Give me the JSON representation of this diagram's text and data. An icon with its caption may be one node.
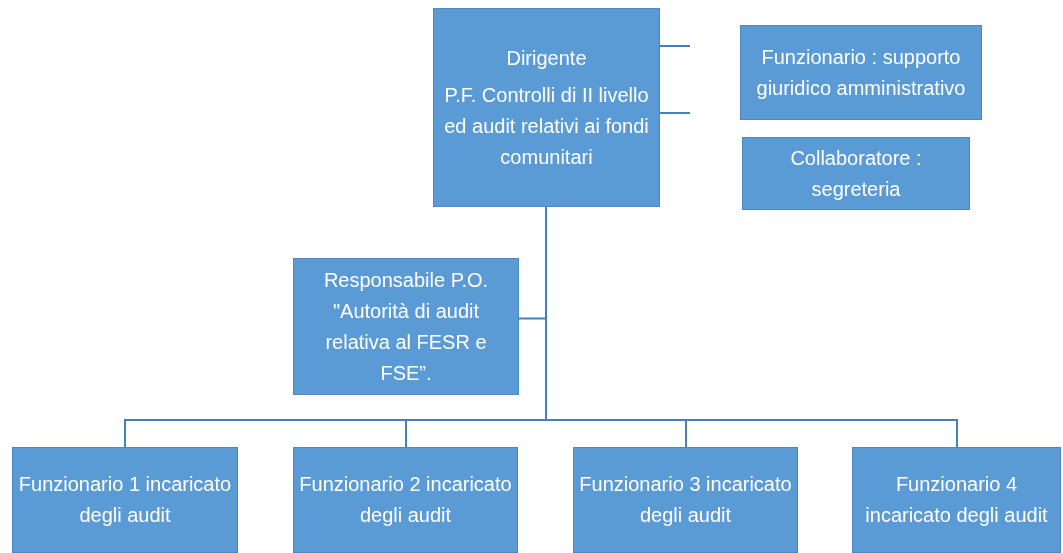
{
  "diagram": {
    "nodes": [
      {
        "text": [
          "Dirigente",
          "P.F. Controlli di II livello ed audit relativi ai fondi comunitari"
        ]
      },
      {
        "text": [
          "Funzionario : supporto giuridico amministrativo"
        ]
      },
      {
        "text": [
          "Collaboratore : segreteria"
        ]
      },
      {
        "text": [
          "Responsabile P.O. \"Autorità di audit relativa al FESR e FSE”."
        ]
      },
      {
        "text": [
          "Funzionario 1 incaricato degli audit"
        ]
      },
      {
        "text": [
          "Funzionario 2 incaricato degli audit"
        ]
      },
      {
        "text": [
          "Funzionario 3 incaricato degli audit"
        ]
      },
      {
        "text": [
          "Funzionario 4 incaricato degli audit"
        ]
      }
    ],
    "edges": [
      {
        "from": 0,
        "to": null,
        "arrow": "none"
      },
      {
        "from": 0,
        "to": null,
        "arrow": "none"
      },
      {
        "from": 0,
        "to": 3,
        "arrow": "none"
      },
      {
        "from": 0,
        "to": 4,
        "arrow": "none"
      },
      {
        "from": 0,
        "to": 5,
        "arrow": "none"
      },
      {
        "from": 0,
        "to": 6,
        "arrow": "none"
      },
      {
        "from": 0,
        "to": 7,
        "arrow": "none"
      }
    ]
  }
}
